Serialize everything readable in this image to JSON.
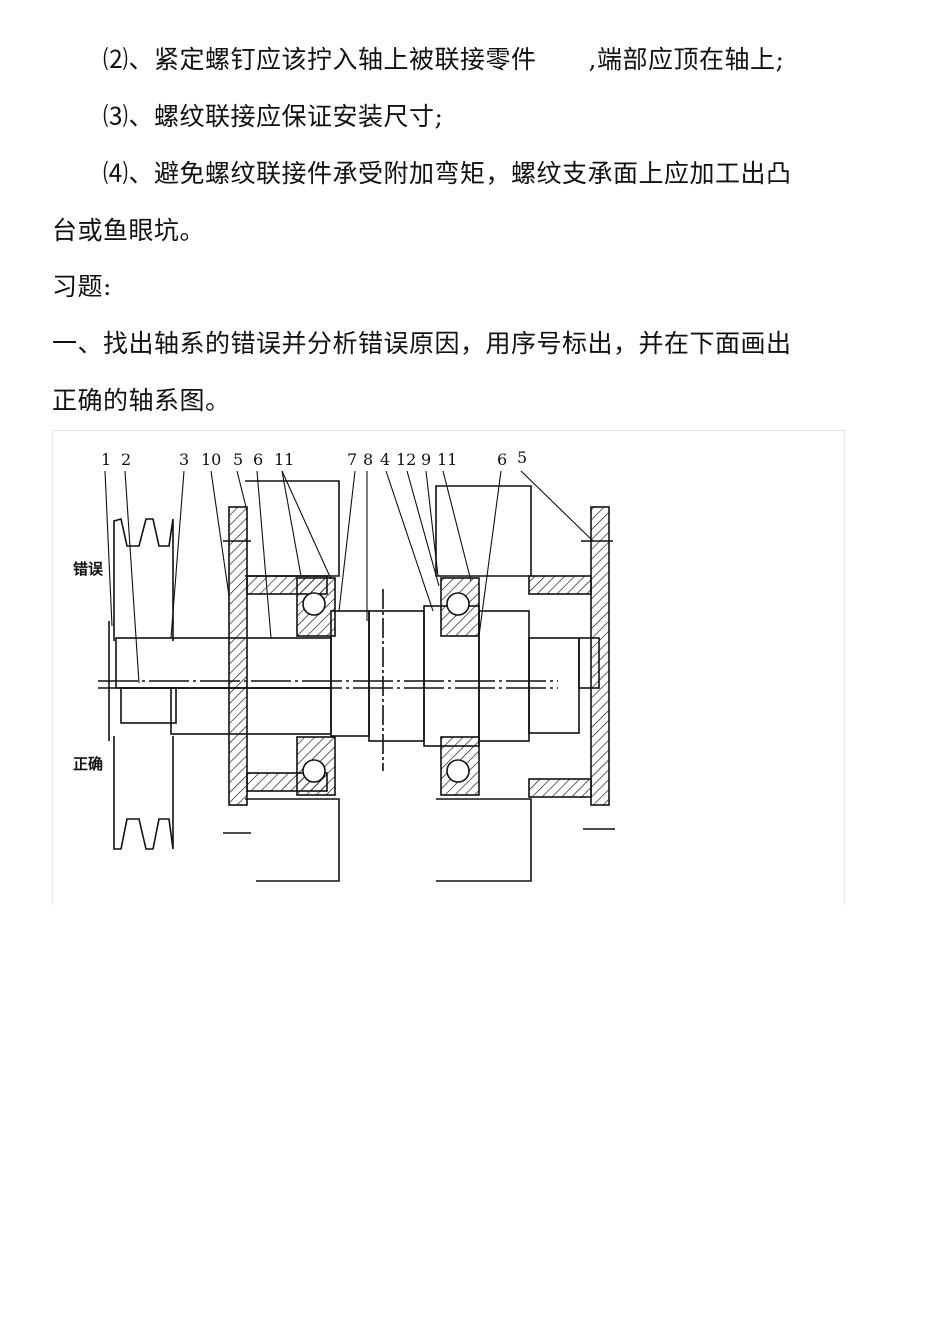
{
  "text": {
    "item2_a": "⑵、紧定螺钉应该拧入轴上被联接零件",
    "item2_b": ",端部应顶在轴上;",
    "item3": "⑶、螺纹联接应保证安装尺寸;",
    "item4_a": "⑷、避免螺纹联接件承受附加弯矩，螺纹支承面上应加工出凸",
    "item4_b": "台或鱼眼坑。",
    "exercise_heading": "习题:",
    "q1_a": "一、找出轴系的错误并分析错误原因，用序号标出，并在下面画出",
    "q1_b": "正确的轴系图。"
  },
  "figure": {
    "label_wrong": "错误",
    "label_correct": "正确",
    "callouts": [
      "1",
      "2",
      "3",
      "10",
      "5",
      "6",
      "11",
      "7",
      "8",
      "4",
      "12",
      "9",
      "11",
      "6",
      "5"
    ]
  }
}
